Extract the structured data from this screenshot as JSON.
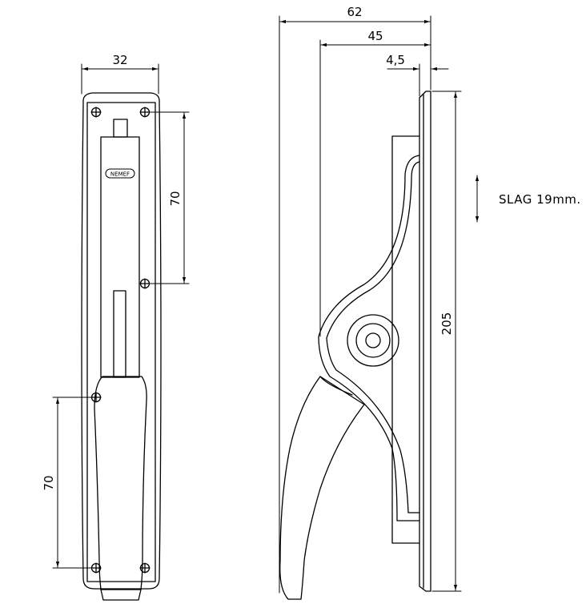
{
  "front_view": {
    "width_dim": "32",
    "screw_spacing_top": "70",
    "screw_spacing_bottom": "70",
    "logo": "NEMEF"
  },
  "side_view": {
    "overall_depth": "62",
    "handle_depth": "45",
    "plate_thickness": "4,5",
    "height": "205",
    "stroke_label": "SLAG 19mm."
  }
}
